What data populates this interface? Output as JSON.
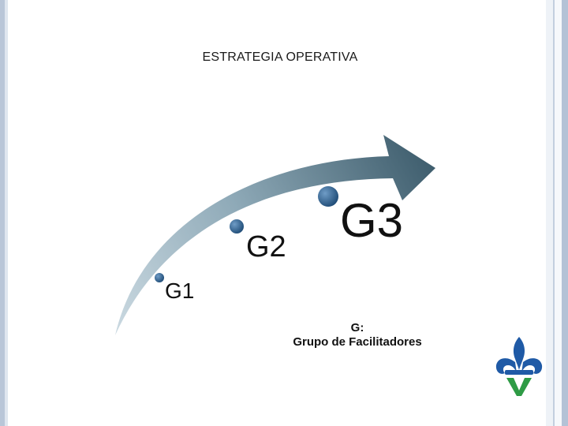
{
  "slide": {
    "title": "ESTRATEGIA OPERATIVA"
  },
  "diagram": {
    "stages": [
      {
        "label": "G1"
      },
      {
        "label": "G2"
      },
      {
        "label": "G3"
      }
    ],
    "caption_heading": "G:",
    "caption_text": "Grupo de Facilitadores"
  },
  "colors": {
    "arrow_light": "#b7cad5",
    "arrow_dark": "#3d5c6c",
    "dot": "#2d5b86",
    "logo_blue": "#1f5aa6",
    "logo_green": "#2e9b45"
  },
  "icons": {
    "logo": "fleur-de-lis-v-logo"
  }
}
